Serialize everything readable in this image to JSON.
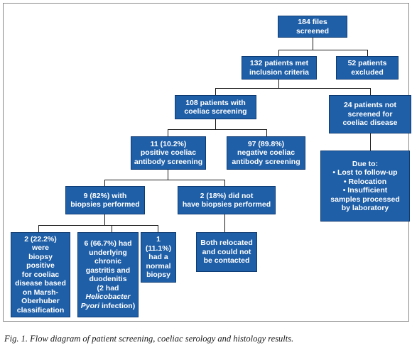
{
  "colors": {
    "box_fill": "#1f5fa8",
    "box_border": "#0d3b73",
    "box_text": "#ffffff",
    "connector": "#1a1a1a"
  },
  "diagram": {
    "files_screened": "184 files screened",
    "inclusion": "132 patients met\ninclusion criteria",
    "excluded": "52 patients\nexcluded",
    "with_screening": "108 patients with\ncoeliac screening",
    "not_screened": "24 patients not\nscreened for\ncoeliac disease",
    "positive_serology": "11 (10.2%)\npositive coeliac\nantibody screening",
    "negative_serology": "97 (89.8%)\nnegative coeliac\nantibody screening",
    "due_to_title": "Due to:",
    "due_to_items": [
      "• Lost to follow-up",
      "• Relocation",
      "• Insufficient\nsamples processed\nby laboratory"
    ],
    "biopsies_done": "9 (82%) with\nbiopsies performed",
    "biopsies_not_done": "2 (18%) did not\nhave biopsies performed",
    "biopsy_positive": "2 (22.2%)\nwere\nbiopsy positive\nfor coeliac\ndisease based\non Marsh-\nOberhuber\nclassification",
    "gastritis_main": "6 (66.7%) had\nunderlying\nchronic\ngastritis and\nduodenitis\n(2 had",
    "gastritis_italic": "Helicobacter\nPyori",
    "gastritis_tail": " infection)",
    "normal_biopsy": "1 (11.1%)\nhad a\nnormal\nbiopsy",
    "relocated": "Both relocated\nand could not\nbe contacted"
  },
  "caption": "Fig. 1. Flow diagram of patient screening, coeliac serology and histology results."
}
